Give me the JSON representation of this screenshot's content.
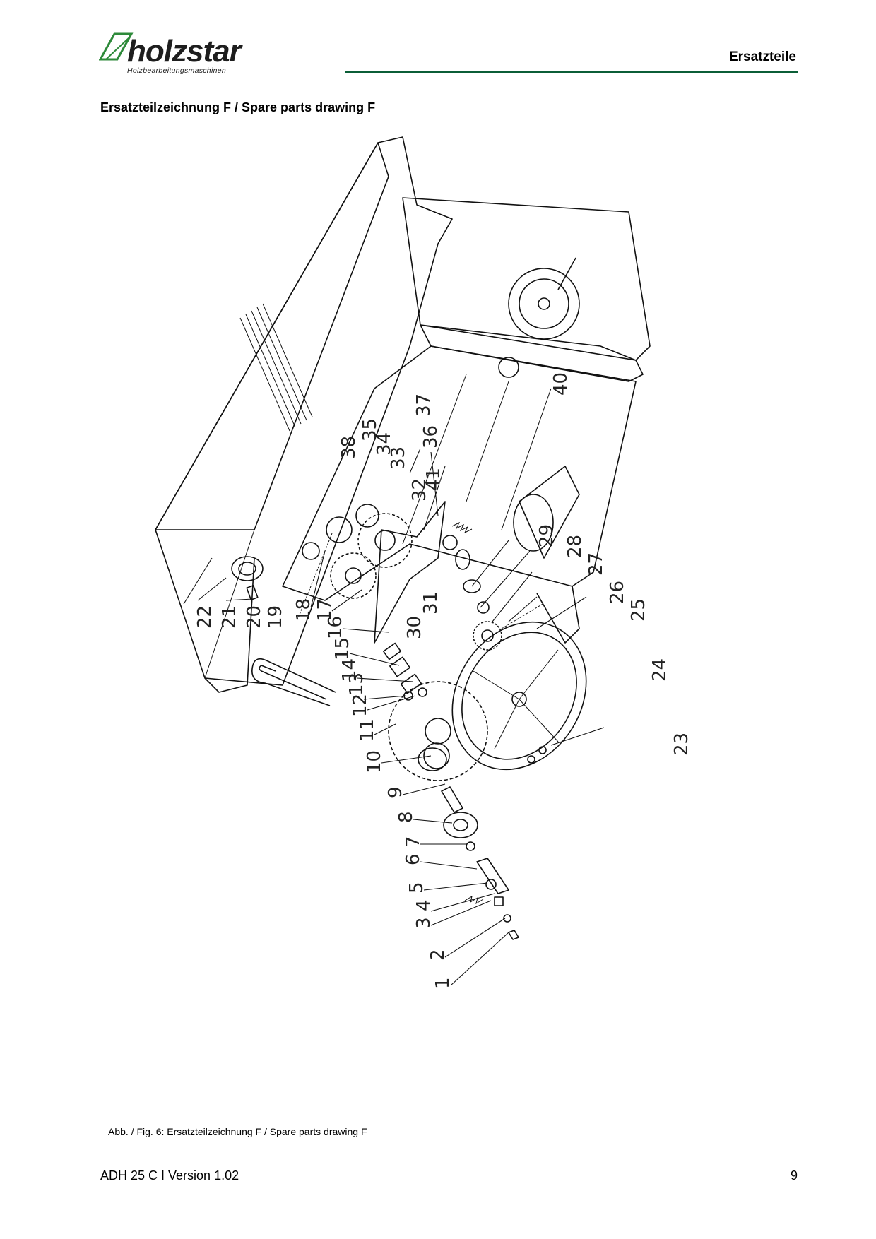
{
  "header": {
    "logo_text": "holzstar",
    "logo_subtitle": "Holzbearbeitungsmaschinen",
    "section_title": "Ersatzteile"
  },
  "title": "Ersatzteilzeichnung F / Spare parts drawing F",
  "part_numbers": [
    "1",
    "2",
    "3",
    "4",
    "5",
    "6",
    "7",
    "8",
    "9",
    "10",
    "11",
    "12",
    "13",
    "14",
    "15",
    "16",
    "17",
    "18",
    "19",
    "20",
    "21",
    "22",
    "23",
    "24",
    "25",
    "26",
    "27",
    "28",
    "29",
    "30",
    "31",
    "32",
    "33",
    "34",
    "35",
    "36",
    "37",
    "38",
    "40",
    "41"
  ],
  "caption": "Abb. / Fig. 6: Ersatzteilzeichnung F / Spare parts drawing F",
  "footer": {
    "document": "ADH 25 C  I Version 1.02",
    "page": "9"
  },
  "colors": {
    "rule": "#0b5e37",
    "logo_green": "#2e8a3a"
  }
}
